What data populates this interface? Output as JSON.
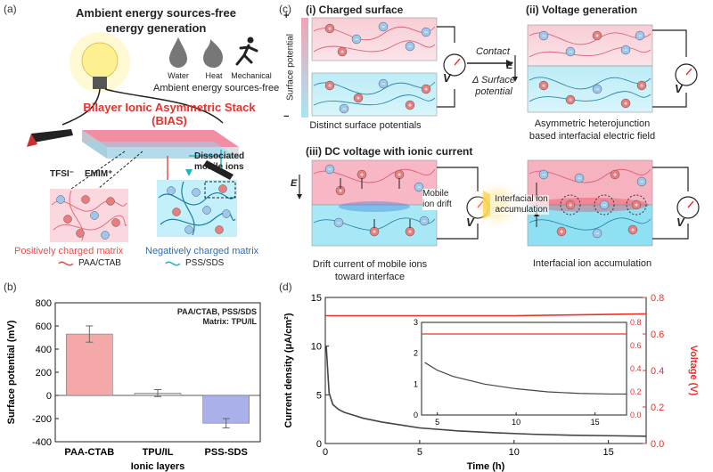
{
  "panels": {
    "a": {
      "label": "(a)",
      "title_line1": "Ambient energy sources-free",
      "title_line2": "energy generation",
      "sources": [
        "Water",
        "Heat",
        "Mechanical"
      ],
      "sources_caption": "Ambient energy sources-free",
      "bias_line1": "Bilayer Ionic Asymmetric Stack",
      "bias_line2": "(BIAS)",
      "tfsi": "TFSI⁻",
      "emim": "EMIM⁺",
      "dissociated_line1": "Dissociated",
      "dissociated_line2": "mobile ions",
      "pos_matrix": "Positively charged matrix",
      "neg_matrix": "Negatively charged matrix",
      "paa": "PAA/CTAB",
      "pss": "PSS/SDS",
      "colors": {
        "red": "#e8504a",
        "blue": "#2f6db3",
        "pink": "#f9d7dd",
        "cyan": "#bdeefa"
      }
    },
    "b": {
      "label": "(b)",
      "annotation_line1": "PAA/CTAB, PSS/SDS",
      "annotation_line2": "Matrix: TPU/IL",
      "ylabel": "Surface potential (mV)",
      "xlabel": "Ionic layers"
    },
    "c": {
      "label": "(c)",
      "i_title": "(i) Charged surface",
      "ii_title": "(ii) Voltage generation",
      "iii_title": "(iii) DC voltage with ionic current",
      "surface_potential": "Surface potential",
      "plus": "+",
      "minus": "−",
      "contact": "Contact",
      "delta_line1": "Δ Surface",
      "delta_line2": "potential",
      "distinct": "Distinct surface potentials",
      "asym_line1": "Asymmetric heterojunction",
      "asym_line2": "based interfacial electric field",
      "mobile_line1": "Mobile",
      "mobile_line2": "ion drift",
      "interfacial_line1": "Interfacial ion",
      "interfacial_line2": "accumulation",
      "drift_line1": "Drift current of mobile ions",
      "drift_line2": "toward interface",
      "accum_caption": "Interfacial ion accumulation",
      "v": "V",
      "e": "E"
    },
    "d": {
      "label": "(d)",
      "ylabel_left": "Current density (μA/cm²)",
      "ylabel_right": "Voltage (V)",
      "xlabel": "Time (h)"
    }
  },
  "chart_data": [
    {
      "type": "bar",
      "categories": [
        "PAA-CTAB",
        "TPU/IL",
        "PSS-SDS"
      ],
      "values": [
        530,
        20,
        -240
      ],
      "errors": [
        70,
        30,
        40
      ],
      "colors": [
        "#f4a9a8",
        "#d8d8d8",
        "#aab0ea"
      ],
      "ylim": [
        -400,
        800
      ],
      "yticks": [
        -400,
        -200,
        0,
        200,
        400,
        600,
        800
      ],
      "ylabel": "Surface potential (mV)",
      "xlabel": "Ionic layers"
    },
    {
      "type": "line",
      "xlim": [
        0,
        17
      ],
      "xticks": [
        0,
        5,
        10,
        15
      ],
      "ylim_left": [
        0,
        15
      ],
      "yticks_left": [
        0,
        5,
        10,
        15
      ],
      "ylim_right": [
        0.0,
        0.8
      ],
      "yticks_right": [
        "0.0",
        "0.2",
        "0.4",
        "0.6",
        "0.8"
      ],
      "series": [
        {
          "axis": "left",
          "color": "#444444",
          "x": [
            0.05,
            0.2,
            0.4,
            0.7,
            1.0,
            1.5,
            2,
            3,
            4,
            5,
            7,
            9,
            11,
            13,
            15,
            17
          ],
          "y": [
            10,
            5.2,
            4.0,
            3.5,
            3.2,
            2.9,
            2.6,
            2.2,
            1.9,
            1.6,
            1.3,
            1.1,
            0.95,
            0.85,
            0.8,
            0.75
          ]
        },
        {
          "axis": "right",
          "color": "#e8302a",
          "x": [
            0,
            1,
            5,
            10,
            17
          ],
          "y": [
            0.7,
            0.7,
            0.7,
            0.7,
            0.71
          ]
        }
      ],
      "inset": {
        "xlim": [
          4,
          17
        ],
        "xticks": [
          5,
          10,
          15
        ],
        "ylim_left": [
          0,
          3
        ],
        "yticks_left": [
          0,
          1,
          2,
          3
        ],
        "ylim_right": [
          0.0,
          0.8
        ],
        "yticks_right": [
          "0.0",
          "0.2",
          "0.4",
          "0.6",
          "0.8"
        ],
        "current": {
          "x": [
            4.2,
            5,
            6,
            8,
            10,
            12,
            14,
            16,
            17
          ],
          "y": [
            1.7,
            1.45,
            1.25,
            1.0,
            0.85,
            0.75,
            0.7,
            0.68,
            0.68
          ]
        },
        "voltage": {
          "x": [
            4,
            17
          ],
          "y": [
            0.7,
            0.7
          ]
        }
      },
      "xlabel": "Time (h)",
      "ylabel": "Current density (μA/cm²)",
      "ylabel_right": "Voltage (V)"
    }
  ]
}
